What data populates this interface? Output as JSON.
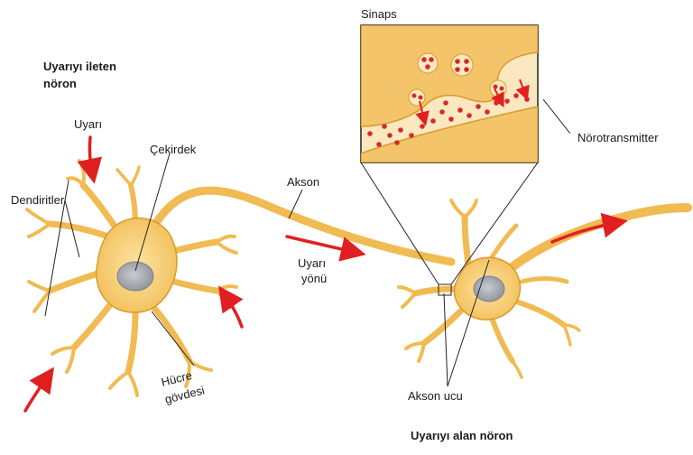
{
  "labels": {
    "sending_neuron_line1": "Uyarıyı ileten",
    "sending_neuron_line2": "nöron",
    "stimulus": "Uyarı",
    "nucleus": "Çekirdek",
    "dendrites": "Dendiritler",
    "axon": "Akson",
    "synapse": "Sinaps",
    "neurotransmitter": "Nörotransmitter",
    "direction_line1": "Uyarı",
    "direction_line2": "yönü",
    "cell_body_line1": "Hücre",
    "cell_body_line2": "gövdesi",
    "axon_terminal": "Akson ucu",
    "receiving_neuron": "Uyarıyı alan nöron"
  },
  "colors": {
    "neuron_fill": "#f5c86a",
    "neuron_edge": "#d99a2b",
    "nucleus": "#9aa0a8",
    "arrow": "#e02020",
    "vesicle": "#d42a2a",
    "synapse_bg": "#fbe8c0"
  }
}
